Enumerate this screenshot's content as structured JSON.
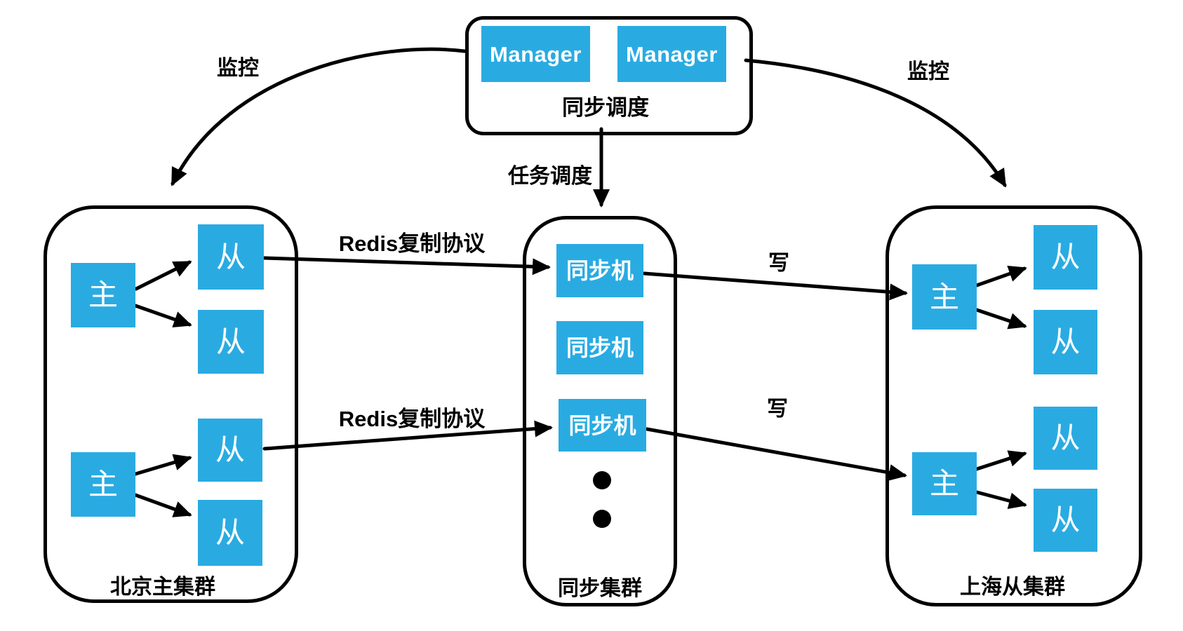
{
  "diagram": {
    "accent_color": "#29ABE2",
    "line_color": "#000000",
    "scheduler": {
      "label": "同步调度",
      "managers": [
        "Manager",
        "Manager"
      ]
    },
    "clusters": {
      "beijing": {
        "label": "北京主集群",
        "master_label": "主",
        "slave_label": "从"
      },
      "sync": {
        "label": "同步集群",
        "node_label": "同步机"
      },
      "shanghai": {
        "label": "上海从集群",
        "master_label": "主",
        "slave_label": "从"
      }
    },
    "edges": {
      "monitor_left": "监控",
      "monitor_right": "监控",
      "task_dispatch": "任务调度",
      "redis_replication_top": "Redis复制协议",
      "redis_replication_bottom": "Redis复制协议",
      "write_top": "写",
      "write_bottom": "写"
    }
  }
}
